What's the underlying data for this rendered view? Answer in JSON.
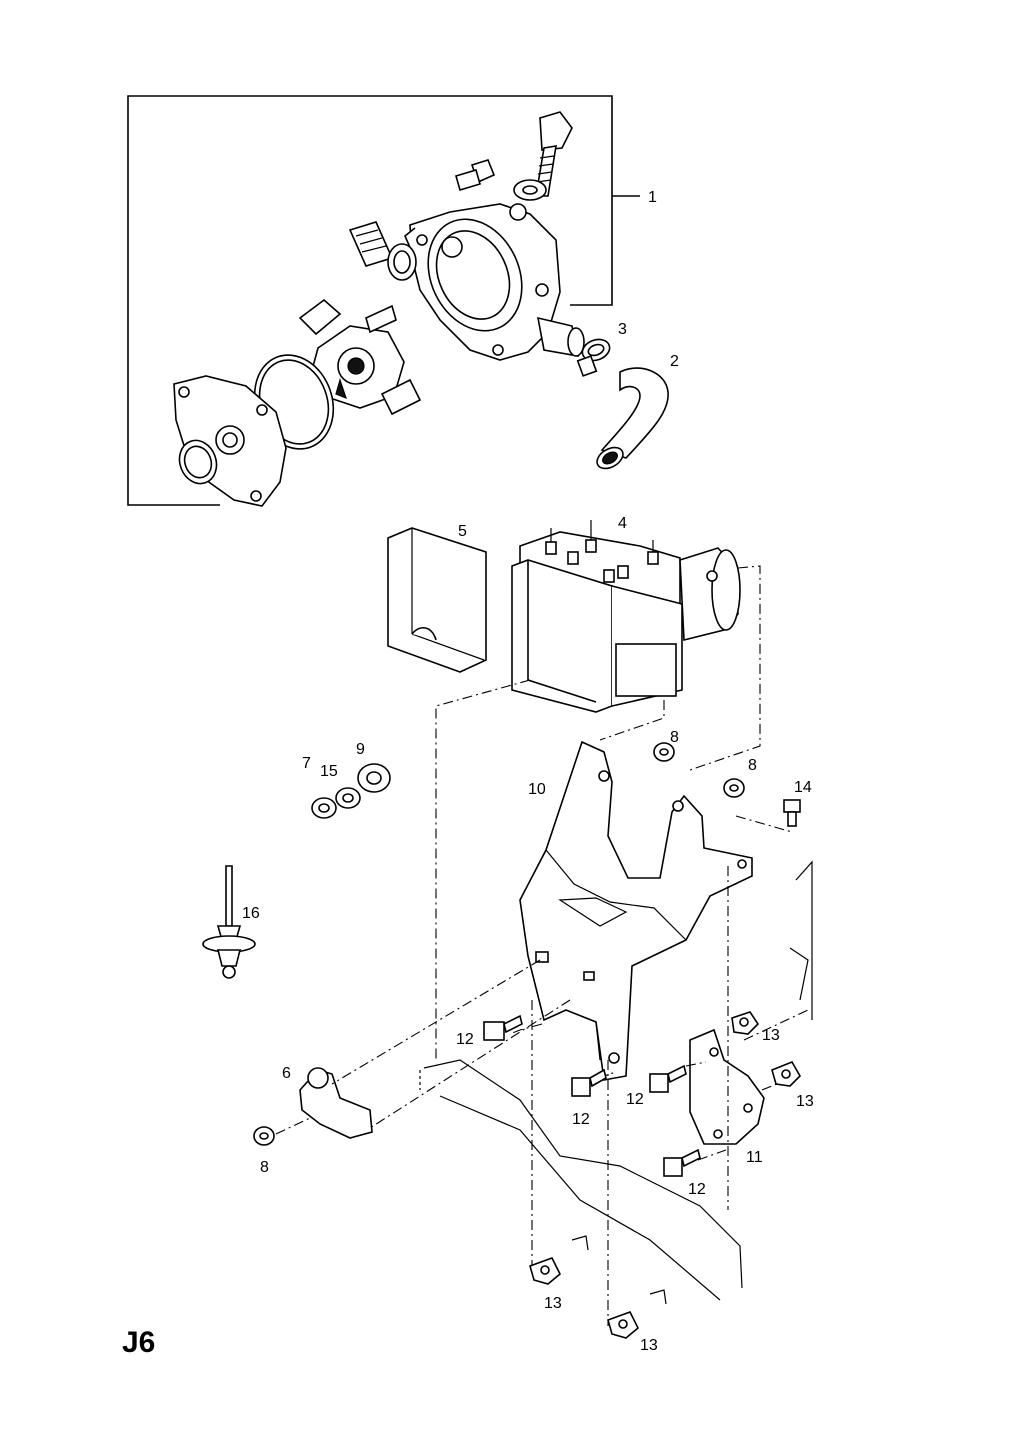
{
  "diagram": {
    "page_code": "J6",
    "callouts": {
      "c1": "1",
      "c2": "2",
      "c3": "3",
      "c4": "4",
      "c5": "5",
      "c6": "6",
      "c7": "7",
      "c8a": "8",
      "c8b": "8",
      "c8c": "8",
      "c9": "9",
      "c10": "10",
      "c11": "11",
      "c12a": "12",
      "c12b": "12",
      "c12c": "12",
      "c12d": "12",
      "c13a": "13",
      "c13b": "13",
      "c13c": "13",
      "c13d": "13",
      "c14": "14",
      "c15": "15",
      "c16": "16"
    }
  }
}
